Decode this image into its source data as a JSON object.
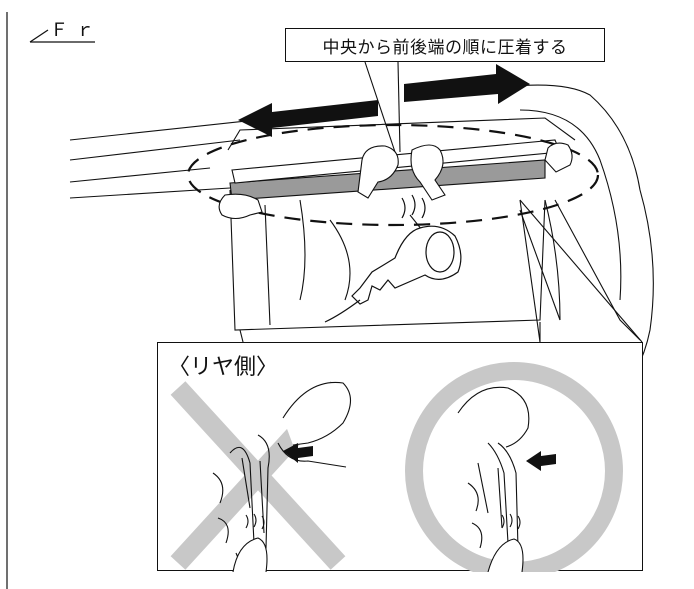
{
  "orientation_label": "Ｆｒ",
  "callout": {
    "text": "中央から前後端の順に圧着する"
  },
  "inset": {
    "title": "〈リヤ側〉"
  },
  "symbols": {
    "incorrect": "cross-mark",
    "correct": "circle-mark"
  },
  "colors": {
    "line": "#111111",
    "mark_gray": "#c8c8c8",
    "tape_gray": "#9a9a9a"
  }
}
